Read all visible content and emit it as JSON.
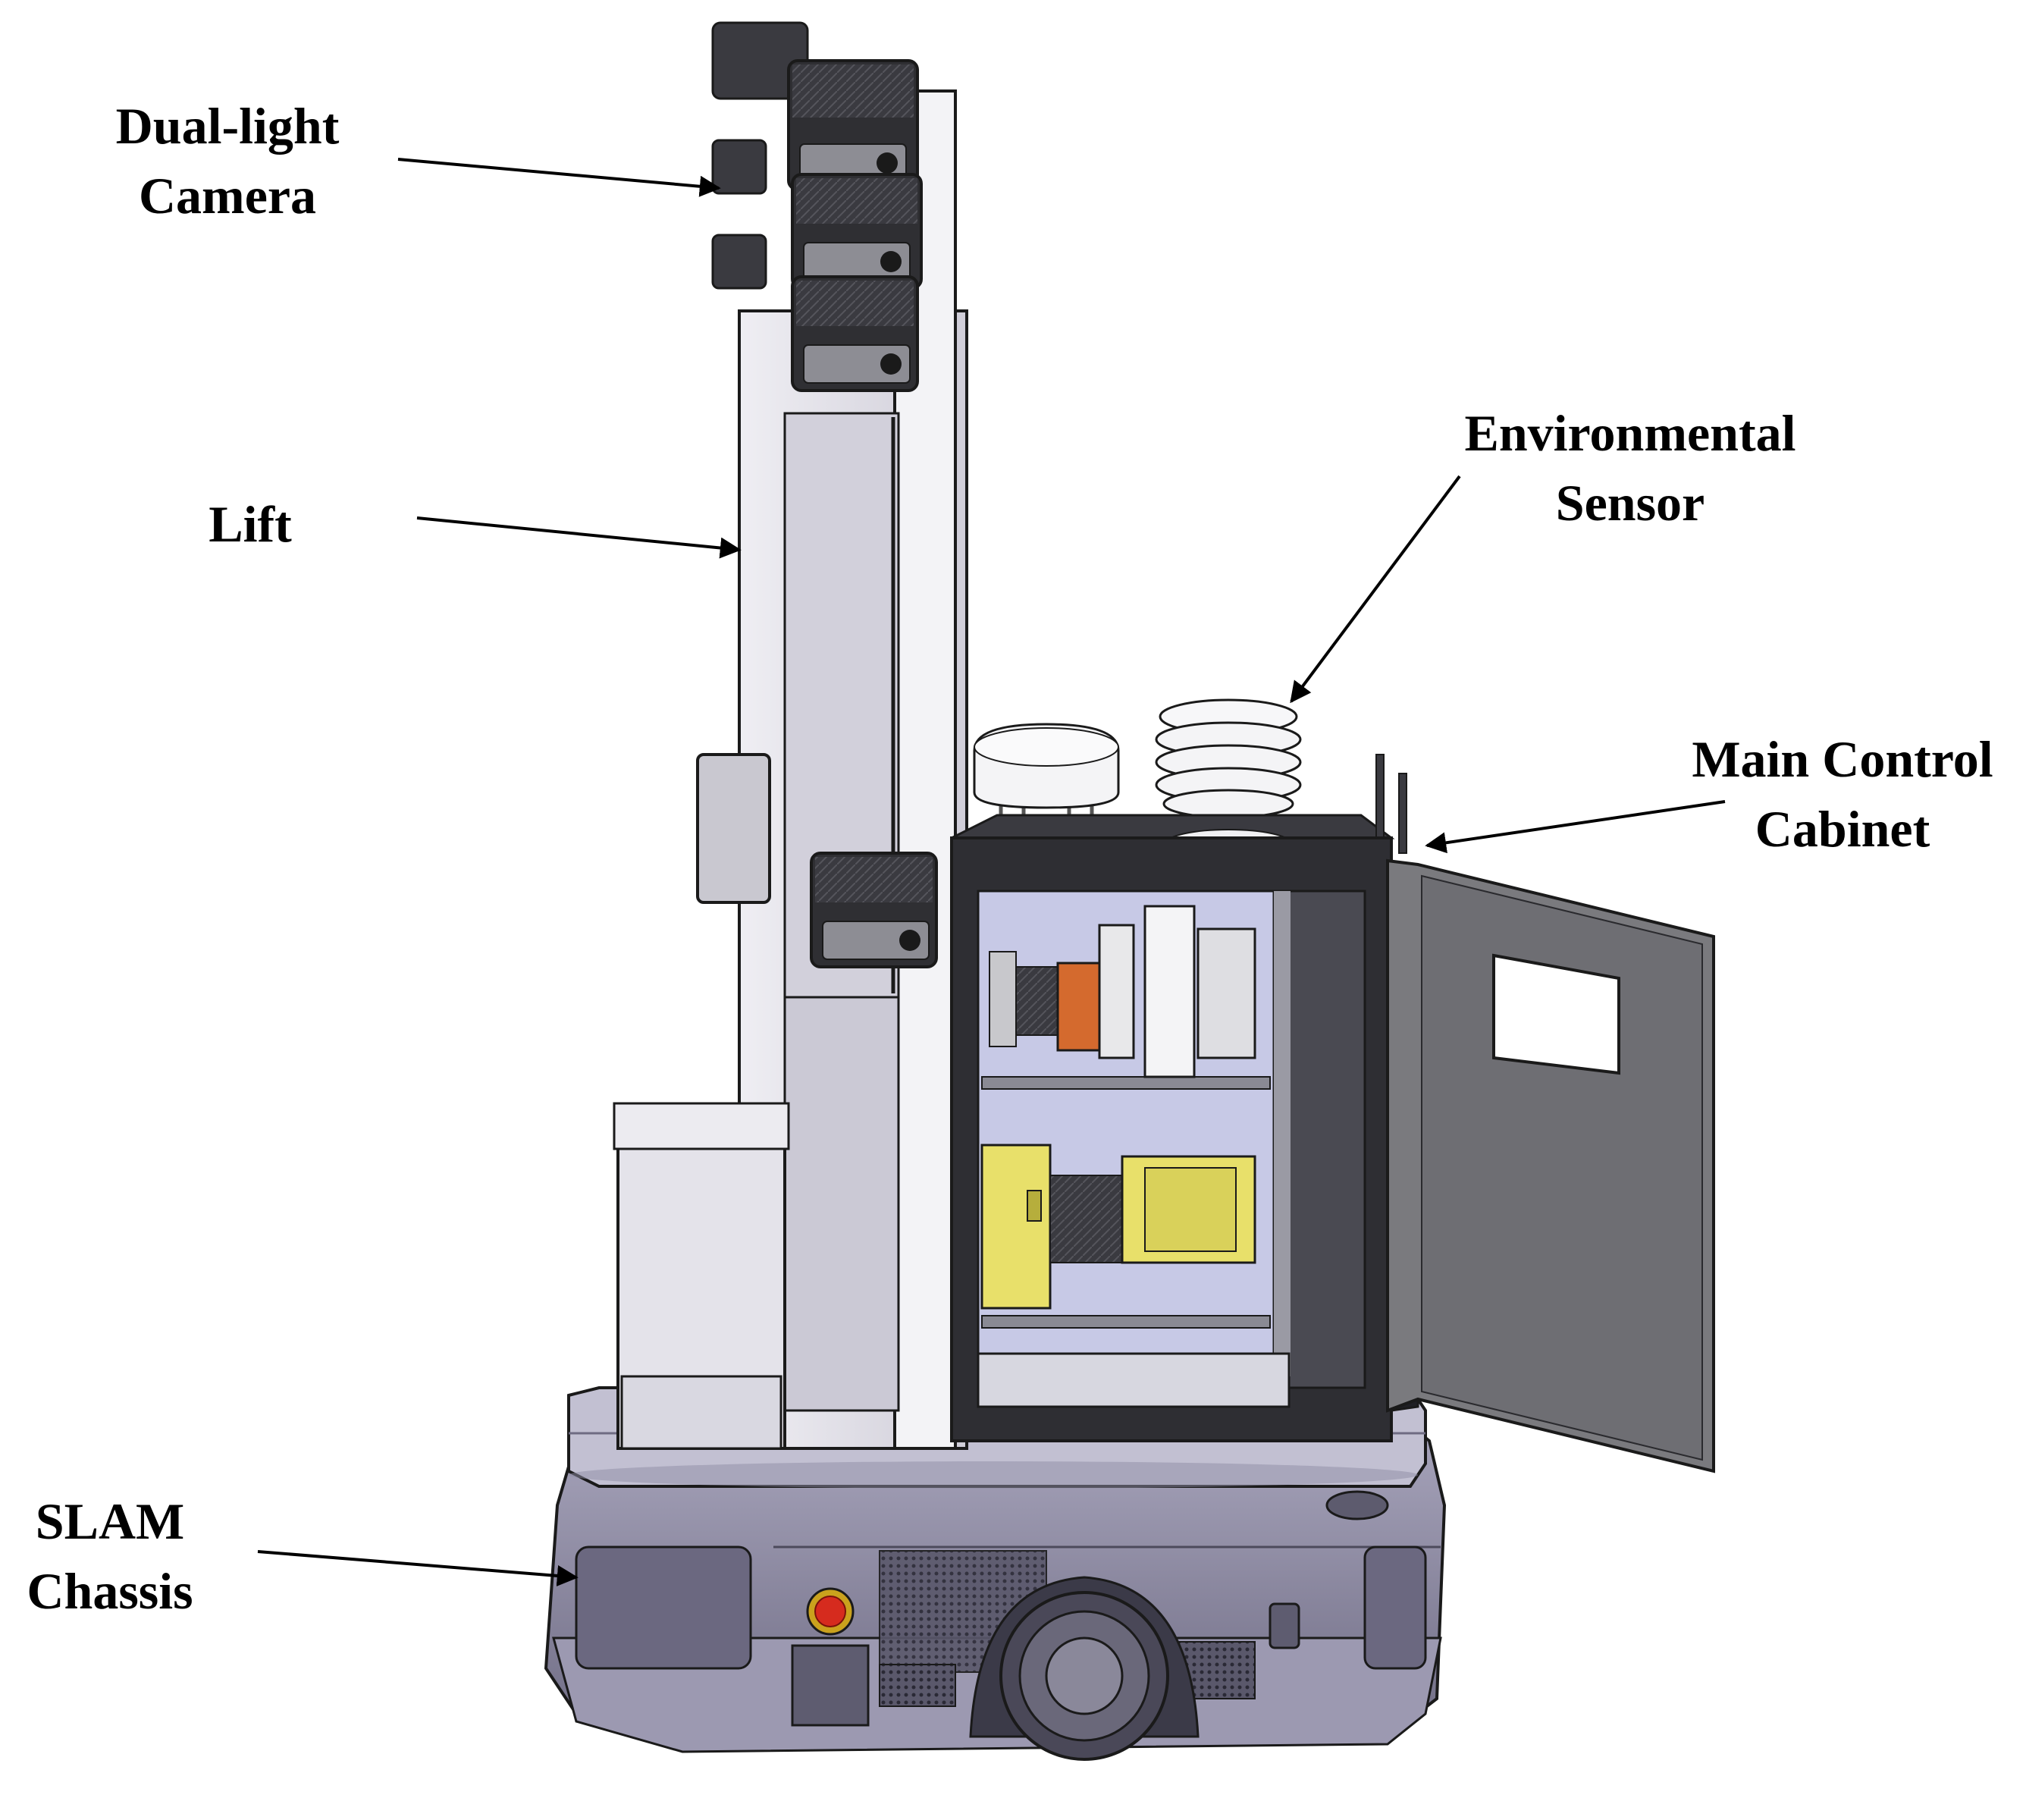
{
  "labels": {
    "camera": [
      "Dual-light",
      "Camera"
    ],
    "lift": [
      "Lift"
    ],
    "environmental": [
      "Environmental",
      "Sensor"
    ],
    "cabinet": [
      "Main Control",
      "Cabinet"
    ],
    "chassis": [
      "SLAM",
      "Chassis"
    ]
  },
  "colors": {
    "outline": "#1a1a1a",
    "panel_light": "#e6e4ea",
    "panel_mid": "#b9b7c4",
    "chassis": "#8f8ca3",
    "chassis_dark": "#4c4a5c",
    "camera_body": "#2f2f33",
    "cabinet_inner": "#c7c9e6",
    "yellow": "#e8e06a",
    "orange": "#d46a2e",
    "door": "#7a7a7e",
    "stop_button": "#d62b1e"
  }
}
